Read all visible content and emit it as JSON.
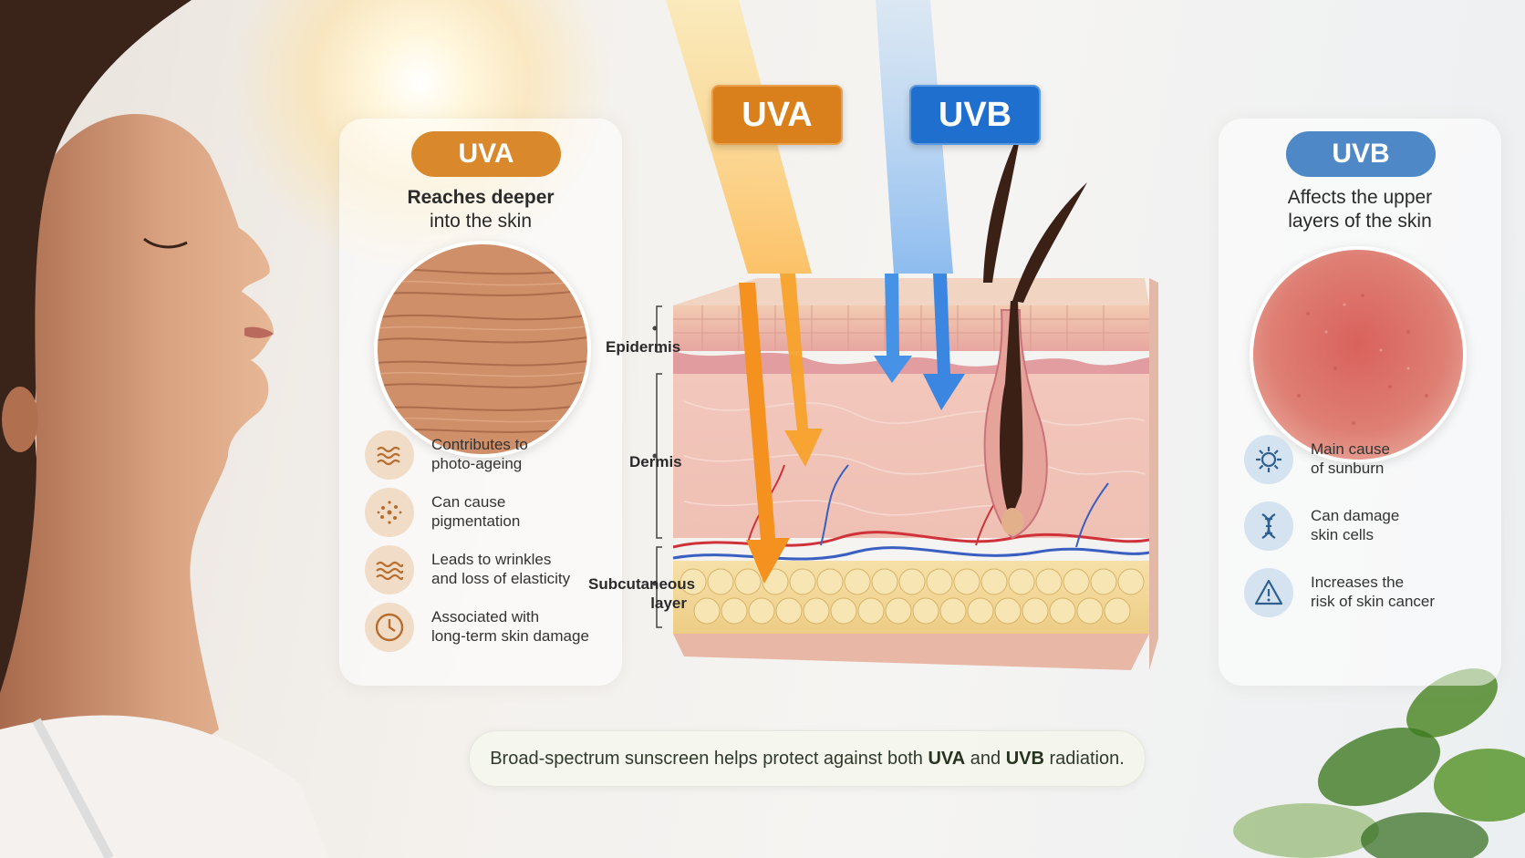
{
  "banners": {
    "uva": "UVA",
    "uvb": "UVB"
  },
  "layers": {
    "epidermis": "Epidermis",
    "dermis": "Dermis",
    "subcutaneous_line1": "Subcutaneous",
    "subcutaneous_line2": "layer"
  },
  "uva_panel": {
    "pill": "UVA",
    "desc_line1": "Reaches deeper",
    "desc_line2": "into the skin",
    "items": [
      {
        "icon": "wave-lines-icon",
        "line1": "Contributes to",
        "line2": "photo-ageing"
      },
      {
        "icon": "dots-pigment-icon",
        "line1": "Can cause",
        "line2": "pigmentation"
      },
      {
        "icon": "wrinkle-lines-icon",
        "line1": "Leads to wrinkles",
        "line2": "and loss of elasticity"
      },
      {
        "icon": "clock-icon",
        "line1": "Associated with",
        "line2": "long-term skin damage"
      }
    ]
  },
  "uvb_panel": {
    "pill": "UVB",
    "desc_line1": "Affects the upper",
    "desc_line2": "layers of the skin",
    "items": [
      {
        "icon": "sun-icon",
        "line1": "Main cause",
        "line2": "of sunburn"
      },
      {
        "icon": "dna-icon",
        "line1": "Can damage",
        "line2": "skin cells"
      },
      {
        "icon": "warning-triangle-icon",
        "line1": "Increases the",
        "line2": "risk of skin cancer"
      }
    ]
  },
  "footer": {
    "part1": "Broad-spectrum sunscreen helps protect against both ",
    "uva": "UVA",
    "part2": " and ",
    "uvb": "UVB",
    "part3": " radiation."
  },
  "colors": {
    "uva_orange": "#d97f1c",
    "uvb_blue": "#1f6fce",
    "uva_pill": "#d9892c",
    "uvb_pill": "#4f88c6"
  }
}
